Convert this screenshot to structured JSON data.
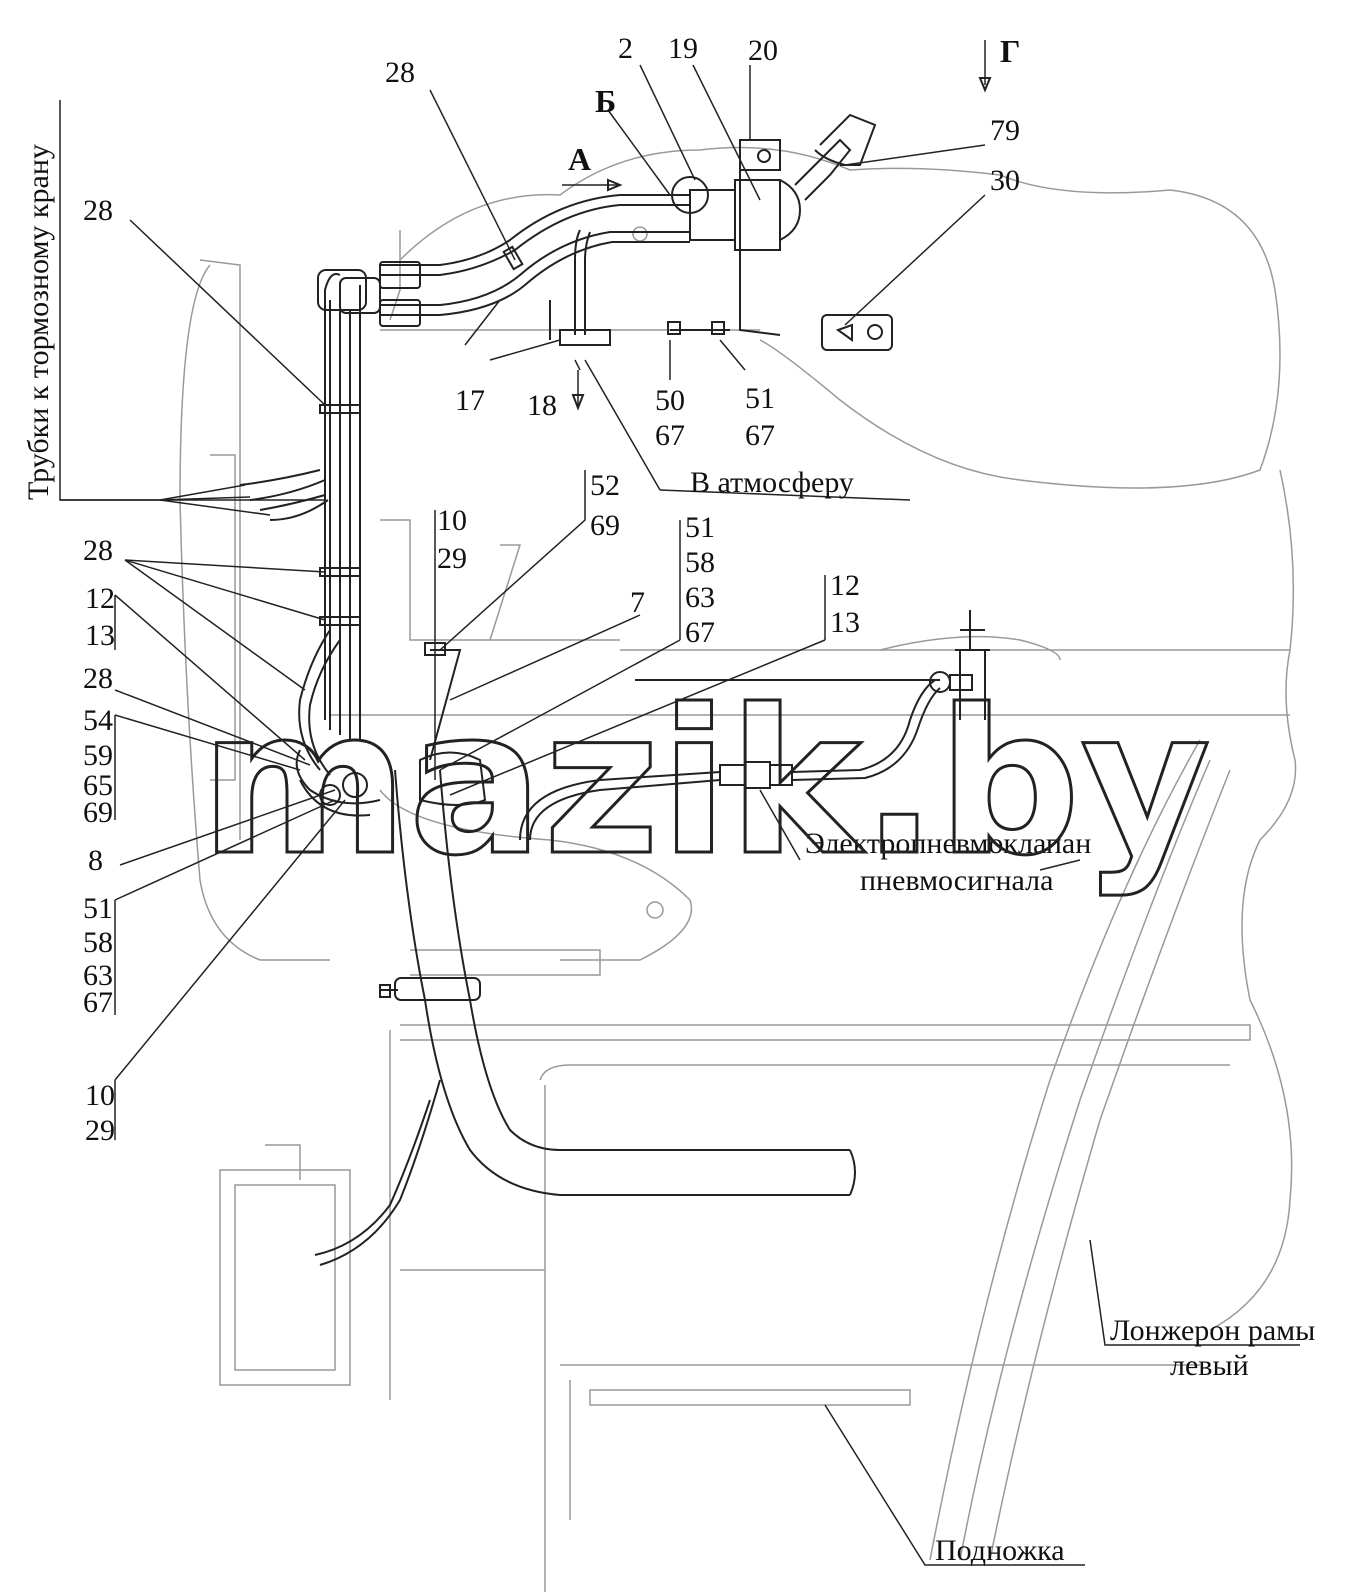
{
  "callouts": {
    "c28_top": "28",
    "c2": "2",
    "c19": "19",
    "c20": "20",
    "cB": "Б",
    "cG": "Г",
    "c79": "79",
    "c30": "30",
    "cA": "А",
    "c28_left": "28",
    "c17": "17",
    "c18": "18",
    "c50": "50",
    "c67a": "67",
    "c51a": "51",
    "c67b": "67",
    "c52": "52",
    "c69a": "69",
    "c10a": "10",
    "c29a": "29",
    "c51b": "51",
    "c58a": "58",
    "c63a": "63",
    "c67c": "67",
    "c28_mid": "28",
    "c7": "7",
    "c12a": "12",
    "c13a": "13",
    "c12b": "12",
    "c13b": "13",
    "c28_low": "28",
    "c54": "54",
    "c59": "59",
    "c65": "65",
    "c69b": "69",
    "c8": "8",
    "c51c": "51",
    "c58b": "58",
    "c63b": "63",
    "c67d": "67",
    "c10b": "10",
    "c29b": "29"
  },
  "labels": {
    "brake_tubes": "Трубки к тормозному крану",
    "to_atmosphere": "В атмосферу",
    "valve_line1": "Электропневмоклапан",
    "valve_line2": "пневмосигнала",
    "frame_line1": "Лонжерон рамы",
    "frame_line2": "левый",
    "step": "Подножка"
  },
  "watermark": "mazik.by"
}
